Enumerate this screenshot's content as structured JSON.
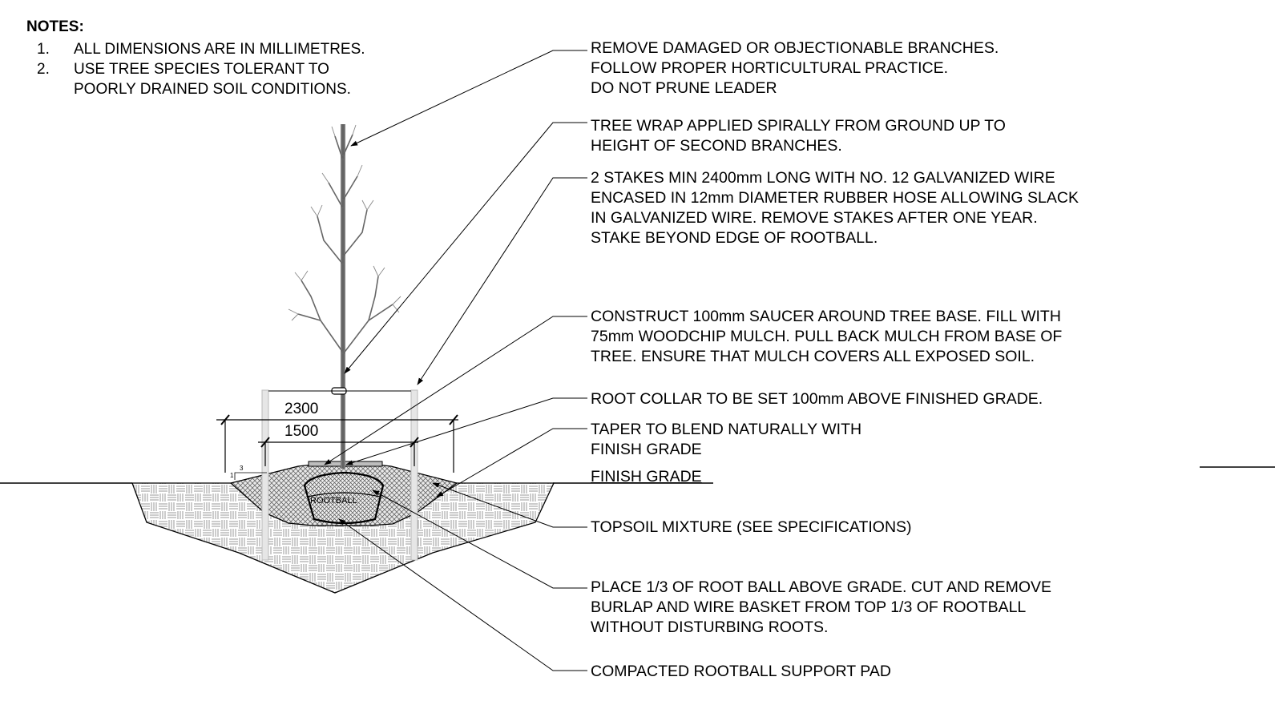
{
  "notes": {
    "title": "NOTES:",
    "items": [
      {
        "num": "1.",
        "lines": [
          "ALL DIMENSIONS ARE IN MILLIMETRES."
        ]
      },
      {
        "num": "2.",
        "lines": [
          "USE TREE SPECIES TOLERANT TO",
          "POORLY DRAINED SOIL CONDITIONS."
        ]
      }
    ]
  },
  "callouts": [
    {
      "lines": [
        "REMOVE DAMAGED OR OBJECTIONABLE BRANCHES.",
        "FOLLOW PROPER HORTICULTURAL PRACTICE.",
        "DO NOT PRUNE LEADER"
      ]
    },
    {
      "lines": [
        "TREE WRAP APPLIED SPIRALLY FROM GROUND UP TO",
        "HEIGHT OF SECOND BRANCHES."
      ]
    },
    {
      "lines": [
        "2 STAKES MIN 2400mm LONG WITH NO. 12 GALVANIZED WIRE",
        "ENCASED IN 12mm DIAMETER RUBBER HOSE ALLOWING SLACK",
        "IN GALVANIZED WIRE. REMOVE STAKES AFTER ONE YEAR.",
        "STAKE BEYOND EDGE OF ROOTBALL."
      ]
    },
    {
      "lines": [
        "CONSTRUCT 100mm SAUCER AROUND TREE BASE. FILL WITH",
        "75mm WOODCHIP MULCH. PULL BACK MULCH FROM BASE OF",
        "TREE. ENSURE THAT MULCH COVERS ALL EXPOSED SOIL."
      ]
    },
    {
      "lines": [
        "ROOT COLLAR TO BE SET 100mm ABOVE FINISHED GRADE."
      ]
    },
    {
      "lines": [
        "TAPER TO BLEND NATURALLY WITH",
        "FINISH GRADE"
      ]
    },
    {
      "lines": [
        "FINISH GRADE"
      ]
    },
    {
      "lines": [
        "TOPSOIL MIXTURE (SEE SPECIFICATIONS)"
      ]
    },
    {
      "lines": [
        "PLACE 1/3 OF ROOT BALL ABOVE GRADE. CUT AND REMOVE",
        "BURLAP AND WIRE BASKET FROM TOP 1/3 OF ROOTBALL",
        "WITHOUT DISTURBING ROOTS."
      ]
    },
    {
      "lines": [
        "COMPACTED ROOTBALL SUPPORT PAD"
      ]
    }
  ],
  "dimensions": {
    "outer": "2300",
    "inner": "1500",
    "slope_rise": "1",
    "slope_run": "3"
  },
  "rootball_label": "ROOTBALL"
}
